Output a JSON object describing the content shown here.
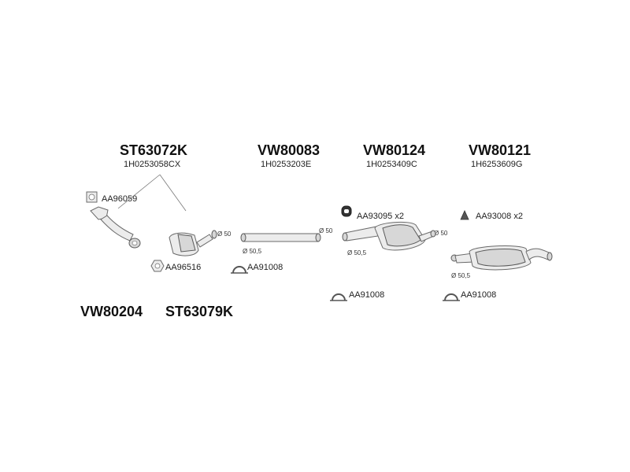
{
  "groups": [
    {
      "code": "ST63072K",
      "oem": "1H0253058CX"
    },
    {
      "code": "VW80083",
      "oem": "1H0253203E"
    },
    {
      "code": "VW80124",
      "oem": "1H0253409C"
    },
    {
      "code": "VW80121",
      "oem": "1H6253609G"
    }
  ],
  "bottom_codes": [
    "VW80204",
    "ST63079K"
  ],
  "parts": {
    "gasket_top": "AA96059",
    "ring_gasket": "AA96516",
    "clamp_1": "AA91008",
    "clamp_2": "AA91008",
    "clamp_3": "AA91008",
    "hanger_1": "AA93095 x2",
    "hanger_2": "AA93008 x2"
  },
  "dims": {
    "cat_outlet": "Ø 50",
    "mid_pipe_in": "Ø 50",
    "mid_pipe_out": "Ø 50,5",
    "mid_box_in": "Ø 50,5",
    "mid_box_out": "Ø 50",
    "rear_in": "Ø 50,5"
  },
  "colors": {
    "part_fill": "#ececec",
    "part_stroke": "#6a6a6a",
    "text": "#1a1a1a"
  }
}
